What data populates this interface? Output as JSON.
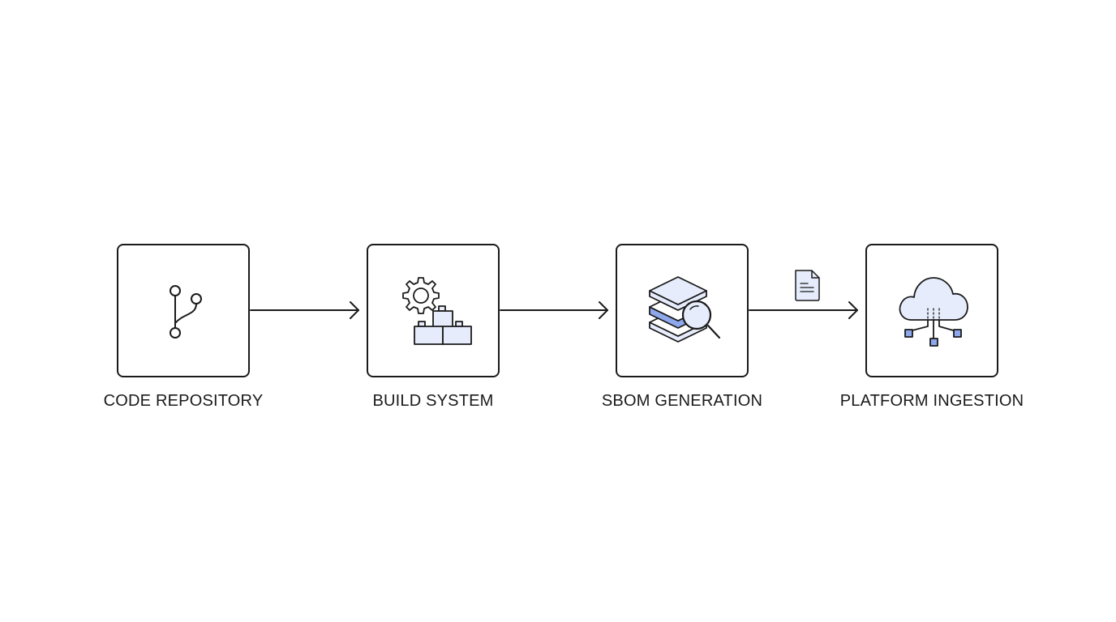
{
  "pipeline": {
    "steps": [
      {
        "label": "CODE REPOSITORY",
        "icon": "git-branch-icon"
      },
      {
        "label": "BUILD SYSTEM",
        "icon": "gear-blocks-icon"
      },
      {
        "label": "SBOM GENERATION",
        "icon": "layers-magnifier-icon"
      },
      {
        "label": "PLATFORM INGESTION",
        "icon": "cloud-network-icon"
      }
    ],
    "connector_badge_icon": "document-icon"
  },
  "colors": {
    "stroke": "#1a1a1a",
    "accent_light": "#e6ecfb",
    "accent": "#8fa8ec",
    "background": "#ffffff"
  }
}
